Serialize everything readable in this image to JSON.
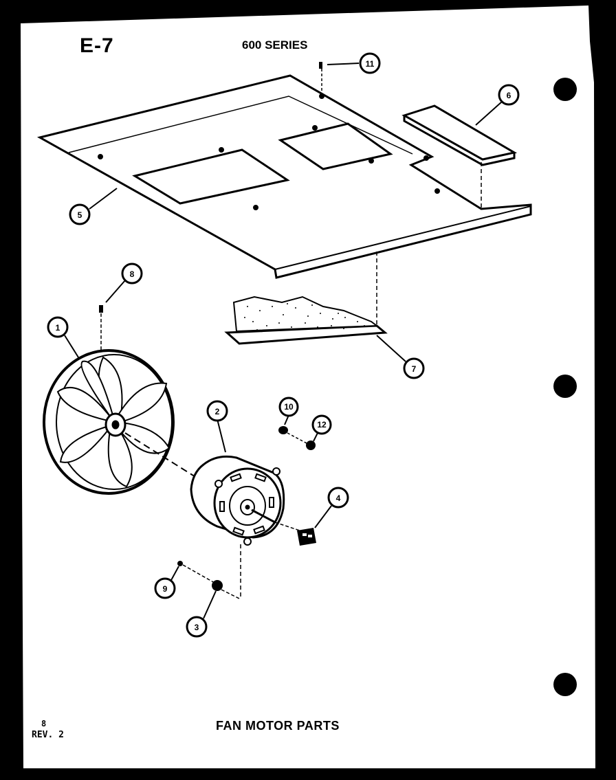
{
  "header": {
    "sheet_code": "E-7",
    "series": "600 SERIES"
  },
  "footer": {
    "title": "FAN MOTOR PARTS",
    "page": "8",
    "revision": "REV. 2"
  },
  "callouts": {
    "c1": "1",
    "c2": "2",
    "c3": "3",
    "c4": "4",
    "c5": "5",
    "c6": "6",
    "c7": "7",
    "c8": "8",
    "c9": "9",
    "c10": "10",
    "c11": "11",
    "c12": "12"
  },
  "colors": {
    "paper": "#ffffff",
    "ink": "#000000",
    "background": "#000000"
  }
}
